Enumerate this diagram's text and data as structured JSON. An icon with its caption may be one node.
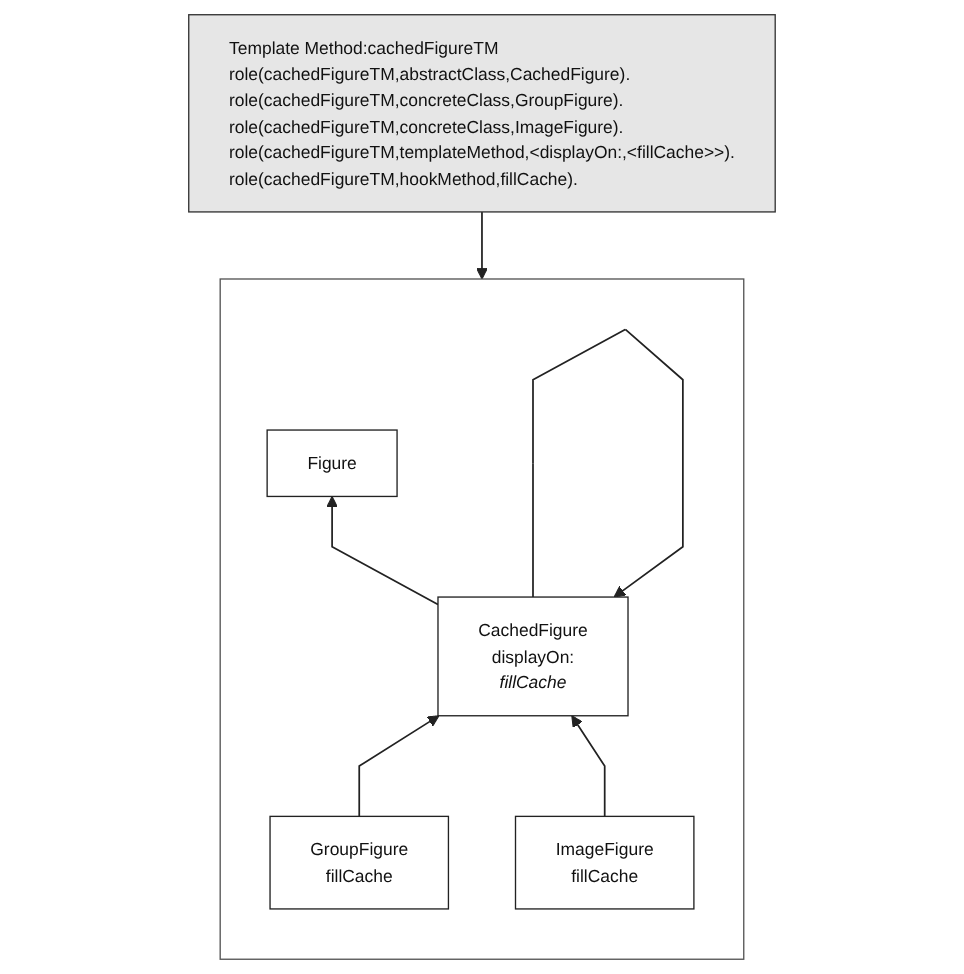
{
  "diagram": {
    "nodes": [
      {
        "text": [
          "Template Method:cachedFigureTM",
          "role(cachedFigureTM,abstractClass,CachedFigure).",
          "role(cachedFigureTM,concreteClass,GroupFigure).",
          "role(cachedFigureTM,concreteClass,ImageFigure).",
          "role(cachedFigureTM,templateMethod,<displayOn:,<fillCache>>).",
          "role(cachedFigureTM,hookMethod,fillCache)."
        ]
      },
      {
        "text": [],
        "shape": "box"
      },
      {
        "text": [
          "Figure"
        ],
        "in": 1
      },
      {
        "text": [
          "CachedFigure",
          "displayOn:",
          "fillCache"
        ],
        "in": 1
      },
      {
        "text": [
          "GroupFigure",
          "fillCache"
        ],
        "in": 1
      },
      {
        "text": [
          "ImageFigure",
          "fillCache"
        ],
        "in": 1
      }
    ],
    "edges": [
      {
        "from": 0,
        "to": 1,
        "arrow": "to"
      },
      {
        "from": 3,
        "to": 2,
        "arrow": "to"
      },
      {
        "from": 4,
        "to": 3,
        "arrow": "to"
      },
      {
        "from": 5,
        "to": 3,
        "arrow": "to"
      },
      {
        "from": 3,
        "to": 3,
        "arrow": "to"
      }
    ]
  }
}
